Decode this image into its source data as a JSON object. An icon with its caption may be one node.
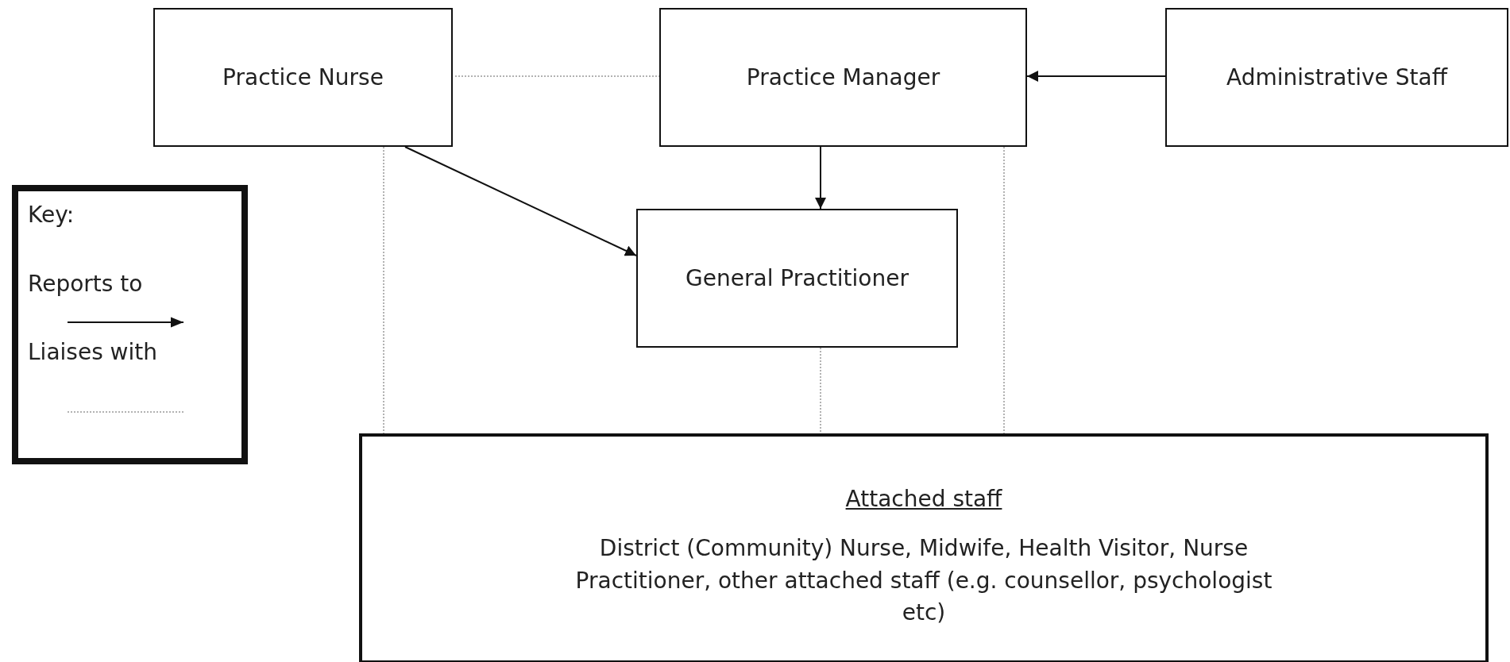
{
  "diagram": {
    "nodes": [
      {
        "text": [
          "Practice Nurse"
        ]
      },
      {
        "text": [
          "Practice Manager"
        ]
      },
      {
        "text": [
          "Administrative Staff"
        ]
      },
      {
        "text": [
          "General Practitioner"
        ]
      },
      {
        "text": [
          "Attached staff",
          "District (Community) Nurse, Midwife, Health Visitor, Nurse Practitioner, other attached staff (e.g. counsellor, psychologist etc)"
        ]
      }
    ],
    "edges": [
      {
        "from": 0,
        "to": 1,
        "arrow": "none",
        "style": "dashed"
      },
      {
        "from": 2,
        "to": 1,
        "arrow": "to",
        "color": "#111111"
      },
      {
        "from": 1,
        "to": 3,
        "arrow": "to",
        "color": "#111111"
      },
      {
        "from": 0,
        "to": 3,
        "arrow": "to",
        "color": "#111111"
      },
      {
        "from": 0,
        "to": 4,
        "arrow": "none",
        "style": "dashed"
      },
      {
        "from": 3,
        "to": 4,
        "arrow": "none",
        "style": "dashed"
      },
      {
        "from": 1,
        "to": 4,
        "arrow": "none",
        "style": "dashed"
      }
    ],
    "labels": [
      "Key:"
    ],
    "legend": [
      {
        "text": "Reports to"
      },
      {
        "text": "Liaises with"
      }
    ]
  }
}
